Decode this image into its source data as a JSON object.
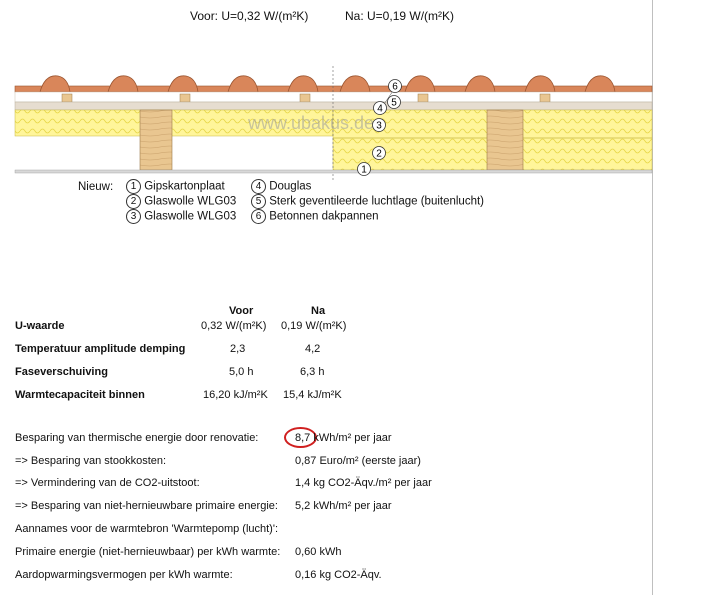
{
  "header": {
    "before": "Voor: U=0,32 W/(m²K)",
    "after": "Na: U=0,19 W/(m²K)"
  },
  "diagram": {
    "watermark": "www.ubakus.de",
    "markers": [
      "6",
      "5",
      "4",
      "3",
      "2",
      "1"
    ],
    "colors": {
      "tile": "#d9865a",
      "insulation": "#fff59a",
      "wood": "#e9c690",
      "layer": "#e6ddd0"
    }
  },
  "legend": {
    "intro": "Nieuw:",
    "items": [
      {
        "n": "1",
        "text": "Gipskartonplaat"
      },
      {
        "n": "2",
        "text": "Glaswolle WLG03"
      },
      {
        "n": "3",
        "text": "Glaswolle WLG03"
      },
      {
        "n": "4",
        "text": "Douglas"
      },
      {
        "n": "5",
        "text": "Sterk geventileerde luchtlage (buitenlucht)"
      },
      {
        "n": "6",
        "text": "Betonnen dakpannen"
      }
    ]
  },
  "table": {
    "headers": {
      "before": "Voor",
      "after": "Na"
    },
    "rows": [
      {
        "label": "U-waarde",
        "before": "0,32 W/(m²K)",
        "after": "0,19 W/(m²K)"
      },
      {
        "label": "Temperatuur amplitude demping",
        "before": "2,3",
        "after": "4,2"
      },
      {
        "label": "Faseverschuiving",
        "before": "5,0 h",
        "after": "6,3 h"
      },
      {
        "label": "Warmtecapaciteit binnen",
        "before": "16,20 kJ/m²K",
        "after": "15,4 kJ/m²K"
      }
    ]
  },
  "savings": {
    "rows": [
      {
        "label": "Besparing van thermische energie door renovatie:",
        "value_num": "8,7",
        "value_unit": " kWh/m² per jaar"
      },
      {
        "label": "=> Besparing van stookkosten:",
        "value": "0,87 Euro/m² (eerste jaar)"
      },
      {
        "label": "=> Vermindering van de CO2-uitstoot:",
        "value": "1,4 kg CO2-Äqv./m² per jaar"
      },
      {
        "label": "=> Besparing van niet-hernieuwbare primaire energie:",
        "value": "5,2 kWh/m² per jaar"
      },
      {
        "label": "Aannames voor de warmtebron 'Warmtepomp (lucht)':",
        "value": ""
      },
      {
        "label": "Primaire energie (niet-hernieuwbaar) per kWh warmte:",
        "value": "0,60 kWh"
      },
      {
        "label": "Aardopwarmingsvermogen per kWh warmte:",
        "value": "0,16 kg CO2-Äqv."
      }
    ]
  }
}
